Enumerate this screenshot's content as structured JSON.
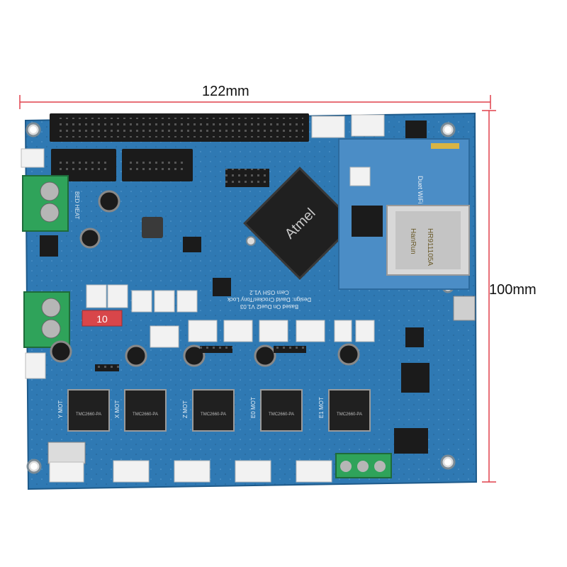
{
  "dimensions": {
    "width_label": "122mm",
    "height_label": "100mm",
    "line_color": "#e0414c"
  },
  "board": {
    "pcb_color": "#2f79b3",
    "pcb_dark_color": "#1e5a8a",
    "header_color": "#1b1b1b",
    "connector_color": "#f2f2f2",
    "terminal_color": "#2fa35a",
    "mcu_label": "Atmel",
    "module_label": "Duet WiFi",
    "ethernet_label": "HR911105A",
    "ethernet_brand": "HanRun",
    "fuse_label": "10",
    "silkscreen_lines": [
      "Based On Duet2 V1.03",
      "Design: David Crocker/Tony Lock",
      "Cern OSH V1.2"
    ],
    "heat_label": "BED HEAT",
    "driver_label": "TMC2660-PA",
    "driver_count": 5,
    "motor_labels": [
      "Y MOT",
      "X MOT",
      "Z MOT",
      "E0 MOT",
      "E1 MOT"
    ]
  }
}
